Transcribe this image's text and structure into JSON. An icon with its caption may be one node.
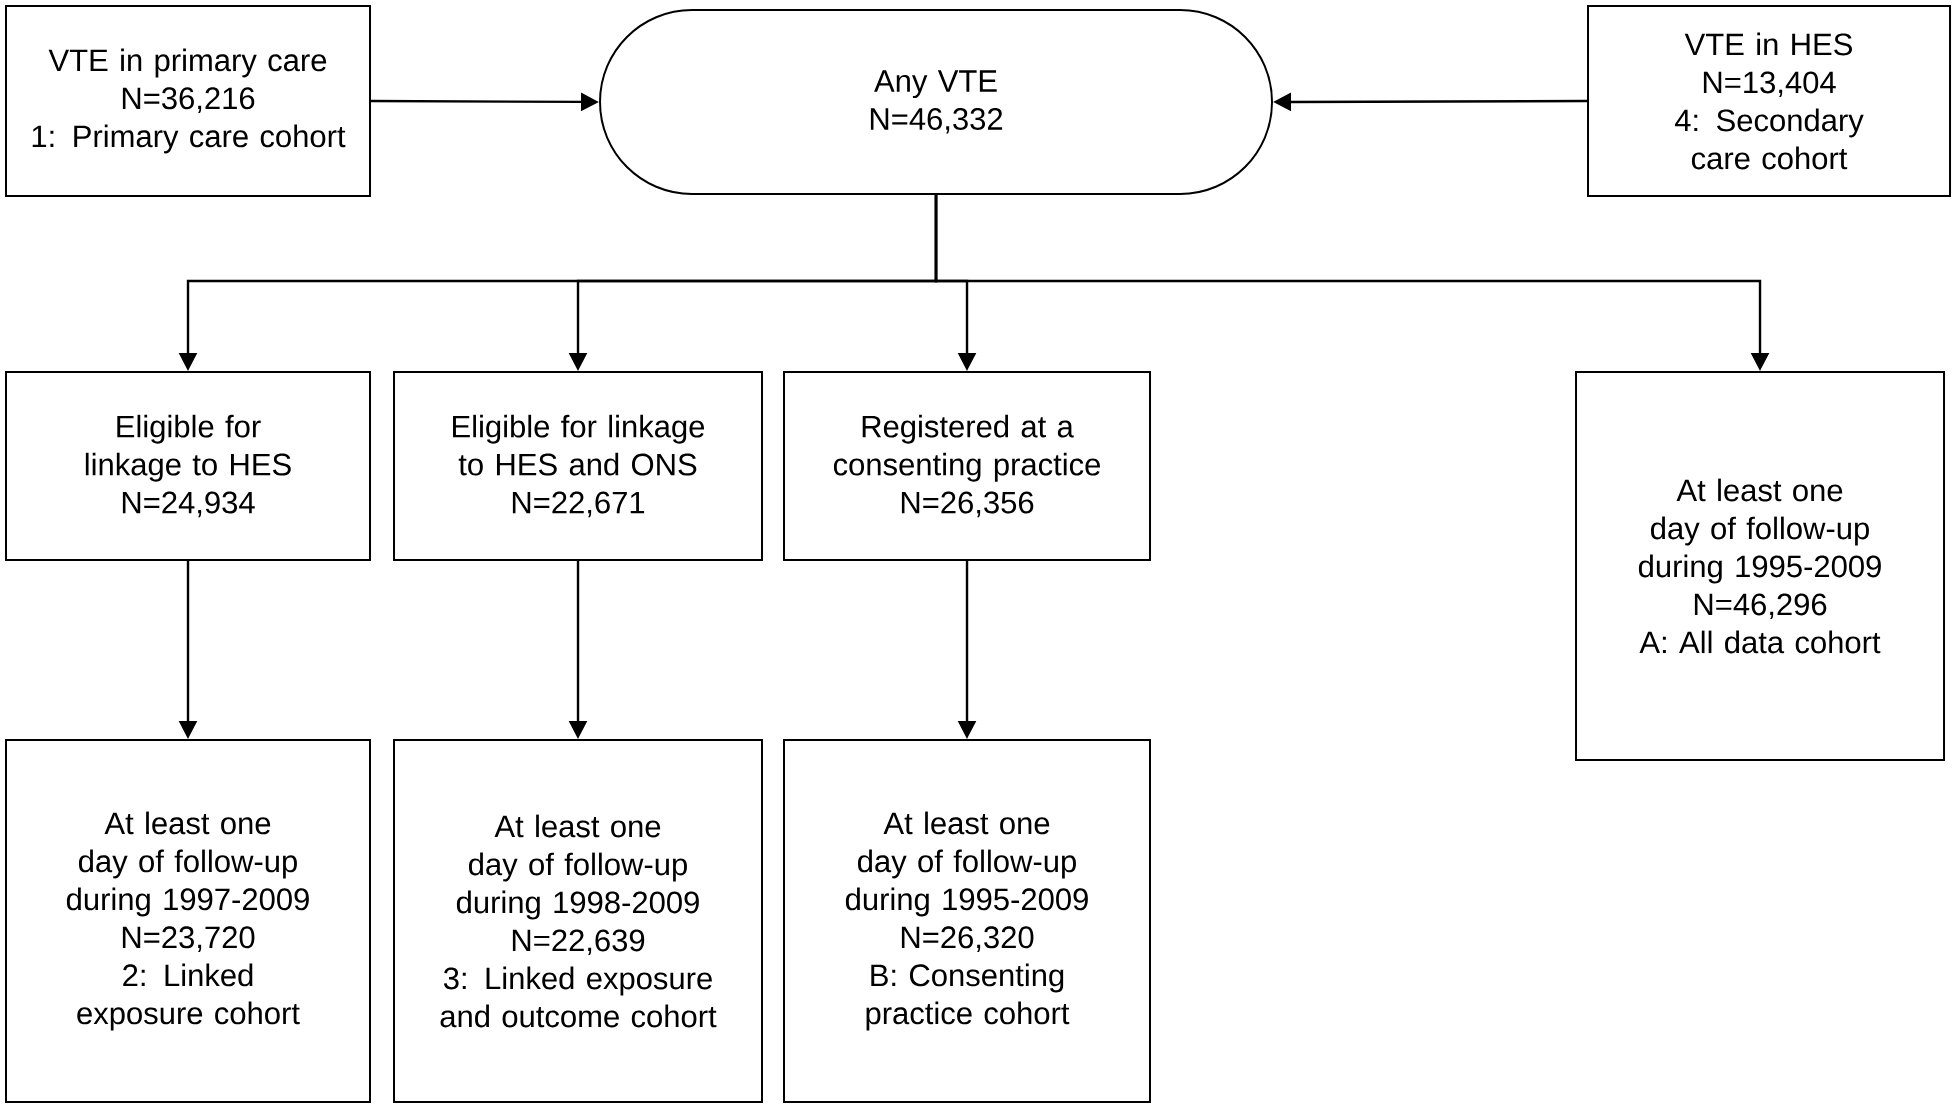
{
  "diagram": {
    "nodes": [
      {
        "text": [
          "VTE in primary care",
          "N=36,216",
          "1: Primary care cohort"
        ]
      },
      {
        "text": [
          "Any VTE",
          "N=46,332"
        ]
      },
      {
        "text": [
          "VTE in HES",
          "N=13,404",
          "4: Secondary care cohort"
        ]
      },
      {
        "text": [
          "Eligible for linkage to HES",
          "N=24,934"
        ]
      },
      {
        "text": [
          "Eligible for linkage to HES and ONS",
          "N=22,671"
        ]
      },
      {
        "text": [
          "Registered at a consenting practice",
          "N=26,356"
        ]
      },
      {
        "text": [
          "At least one day of follow-up during 1995-2009",
          "N=46,296",
          "A: All data cohort"
        ]
      },
      {
        "text": [
          "At least one day of follow-up during 1997-2009",
          "N=23,720",
          "2: Linked exposure cohort"
        ]
      },
      {
        "text": [
          "At least one day of follow-up during 1998-2009",
          "N=22,639",
          "3: Linked exposure and outcome cohort"
        ]
      },
      {
        "text": [
          "At least one day of follow-up during 1995-2009",
          "N=26,320",
          "B: Consenting practice cohort"
        ]
      }
    ],
    "edges": [
      {
        "from": 0,
        "to": 1,
        "arrow": "to"
      },
      {
        "from": 2,
        "to": 1,
        "arrow": "to"
      },
      {
        "from": 1,
        "to": 3,
        "arrow": "to"
      },
      {
        "from": 1,
        "to": 4,
        "arrow": "to"
      },
      {
        "from": 1,
        "to": 5,
        "arrow": "to"
      },
      {
        "from": 1,
        "to": 6,
        "arrow": "to"
      },
      {
        "from": 3,
        "to": 7,
        "arrow": "to"
      },
      {
        "from": 4,
        "to": 8,
        "arrow": "to"
      },
      {
        "from": 5,
        "to": 9,
        "arrow": "to"
      }
    ]
  }
}
